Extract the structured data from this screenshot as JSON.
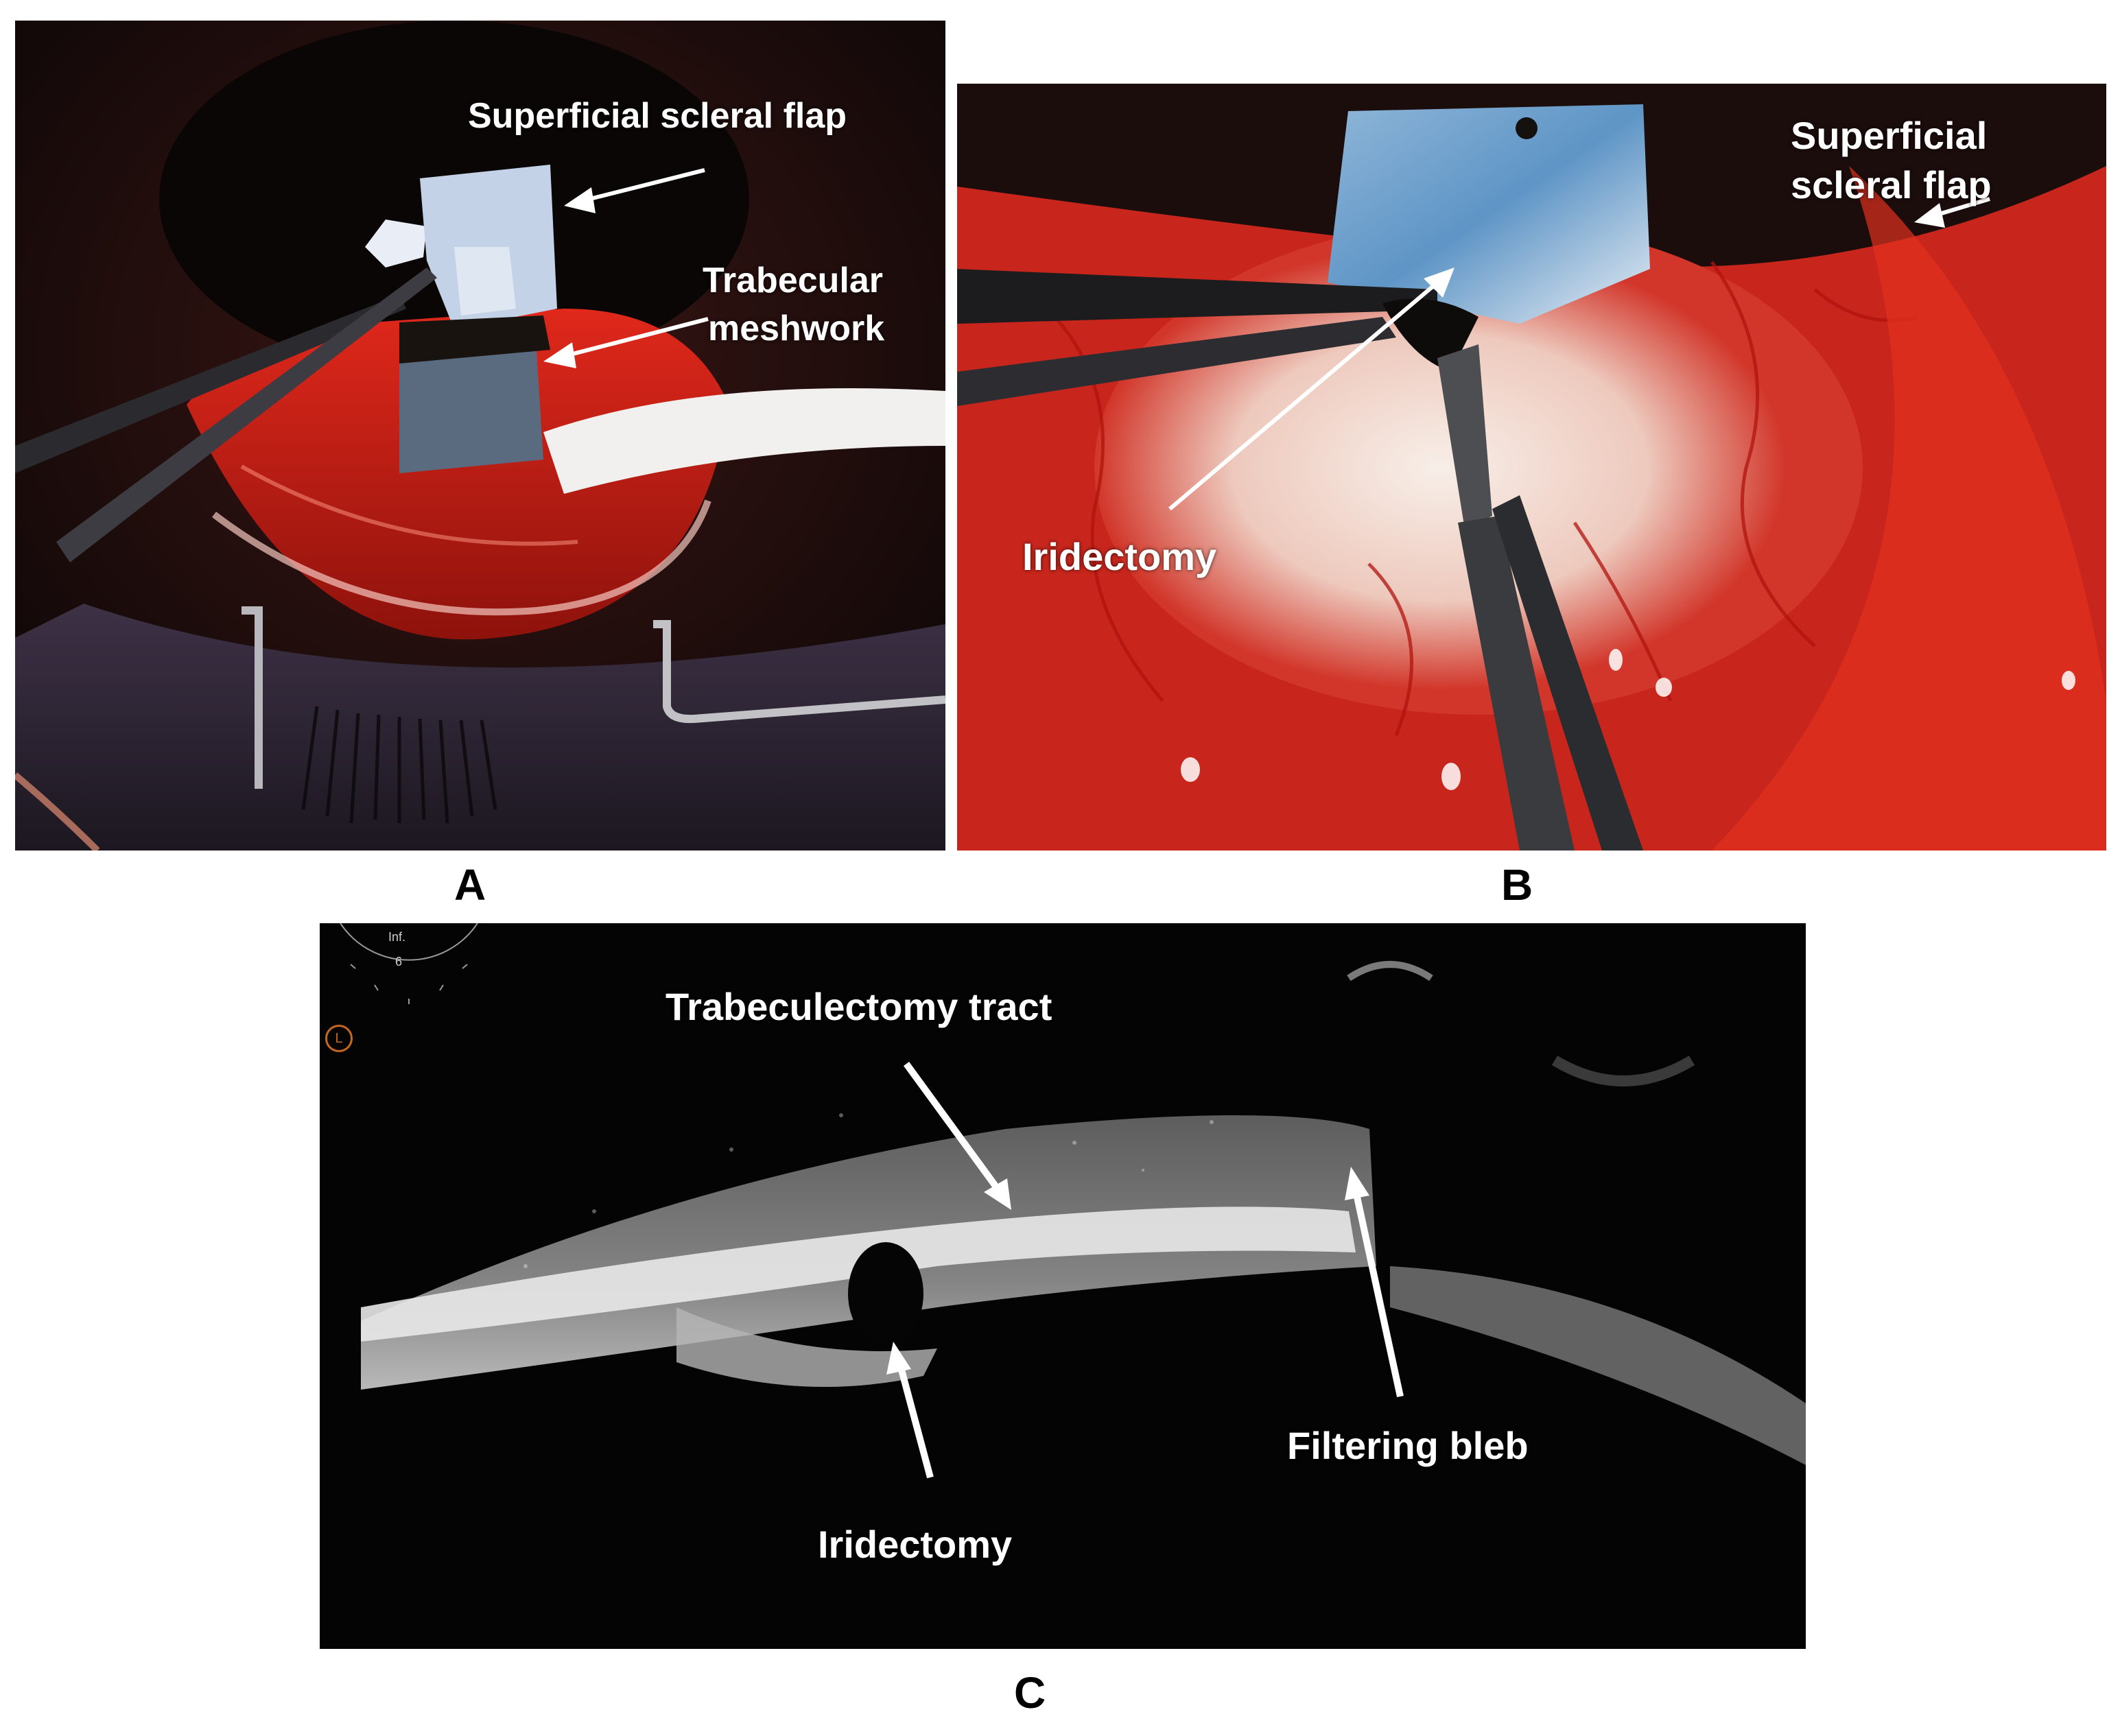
{
  "figure": {
    "panel_a": {
      "letter": "A",
      "labels": {
        "superficial_scleral_flap": "Superficial scleral flap",
        "trabecular_line1": "Trabecular",
        "trabecular_line2": "meshwork"
      }
    },
    "panel_b": {
      "letter": "B",
      "labels": {
        "flap_line1": "Superficial",
        "flap_line2": "scleral flap",
        "iridectomy": "Iridectomy"
      }
    },
    "panel_c": {
      "letter": "C",
      "labels": {
        "tract": "Trabeculectomy tract",
        "bleb": "Filtering bleb",
        "iridectomy": "Iridectomy"
      },
      "overlay": {
        "orientation_text": "Inf.",
        "orientation_value": "6",
        "eye_badge": "L"
      }
    }
  },
  "colors": {
    "surgical_red": "#c8261c",
    "sclera_white": "#f1ece6",
    "ultrasound_bg": "#040404",
    "label_white": "#ffffff",
    "badge_orange": "#c4671f"
  }
}
